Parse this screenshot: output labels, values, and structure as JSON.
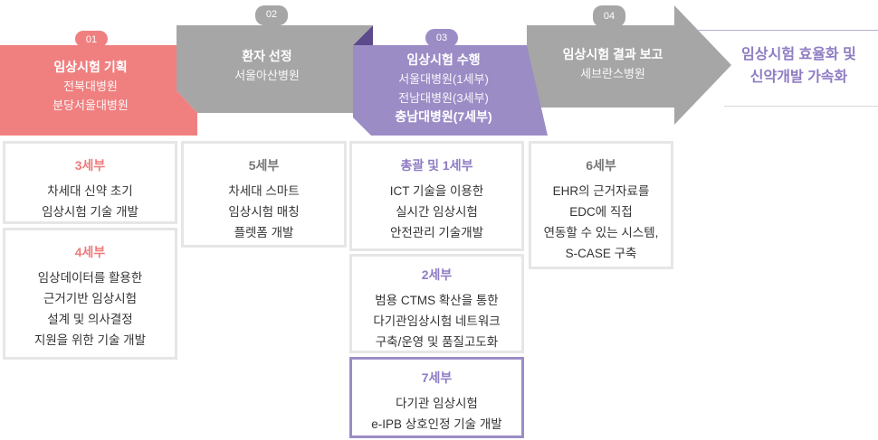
{
  "stages": [
    {
      "num": "01",
      "title": "임상시험 기획",
      "subs": [
        "전북대병원",
        "분당서울대병원"
      ],
      "color": "#f08080"
    },
    {
      "num": "02",
      "title": "환자 선정",
      "subs": [
        "서울아산병원"
      ],
      "color": "#a6a6a6"
    },
    {
      "num": "03",
      "title": "임상시험 수행",
      "subs": [
        "서울대병원(1세부)",
        "전남대병원(3세부)"
      ],
      "sub_bold": "충남대병원(7세부)",
      "color": "#9b8cc6"
    },
    {
      "num": "04",
      "title": "임상시험 결과 보고",
      "subs": [
        "세브란스병원"
      ],
      "color": "#a6a6a6"
    }
  ],
  "final": {
    "line1": "임상시험 효율화 및",
    "line2": "신약개발 가속화"
  },
  "boxes": {
    "b3": {
      "label": "3세부",
      "lines": [
        "차세대 신약 초기",
        "임상시험 기술 개발"
      ]
    },
    "b4": {
      "label": "4세부",
      "lines": [
        "임상데이터를 활용한",
        "근거기반 임상시험",
        "설계 및 의사결정",
        "지원을 위한 기술 개발"
      ]
    },
    "b5": {
      "label": "5세부",
      "lines": [
        "차세대 스마트",
        "임상시험 매칭",
        "플렛폼 개발"
      ]
    },
    "b1": {
      "label": "총괄 및 1세부",
      "lines": [
        "ICT 기술을 이용한",
        "실시간 임상시험",
        "안전관리 기술개발"
      ]
    },
    "b2": {
      "label": "2세부",
      "lines": [
        "범용 CTMS 확산을 통한",
        "다기관임상시험 네트워크",
        "구축/운영 및 품질고도화"
      ]
    },
    "b7": {
      "label": "7세부",
      "lines": [
        "다기관 임상시험",
        "e-IPB 상호인정 기술 개발"
      ]
    },
    "b6": {
      "label": "6세부",
      "lines": [
        "EHR의 근거자료를",
        "EDC에 직접",
        "연동할 수 있는 시스템,",
        "S-CASE 구축"
      ]
    }
  }
}
